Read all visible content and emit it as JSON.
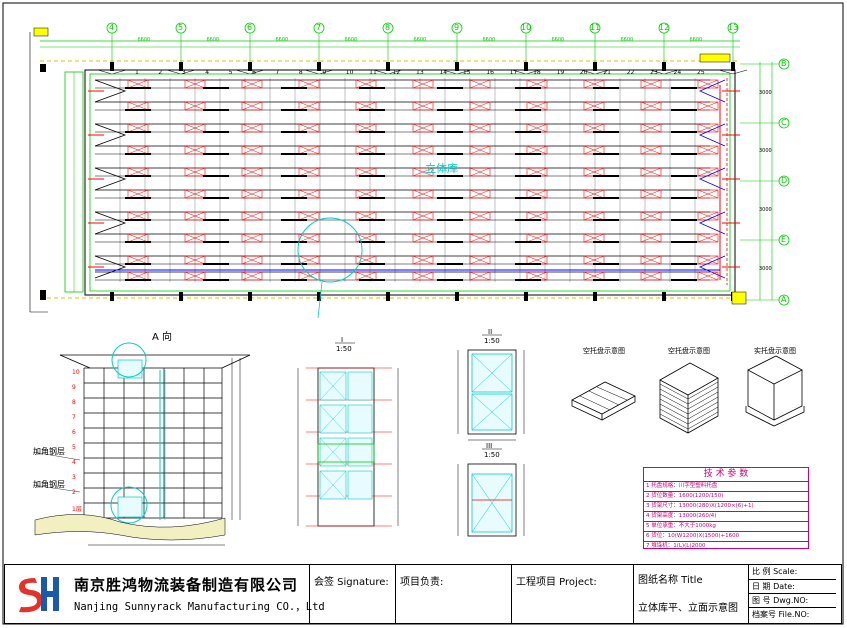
{
  "plan": {
    "grid_cols": [
      "4",
      "5",
      "6",
      "7",
      "8",
      "9",
      "10",
      "11",
      "12",
      "13"
    ],
    "grid_rows": [
      "B",
      "C",
      "D",
      "E",
      "A"
    ],
    "dims_top": [
      "6600",
      "6600",
      "6600",
      "6600",
      "6600",
      "6600",
      "6600",
      "6600",
      "6600"
    ],
    "bay_numbers": [
      "1",
      "2",
      "3",
      "4",
      "5",
      "6",
      "7",
      "8",
      "9",
      "10",
      "11",
      "12",
      "13",
      "14",
      "15",
      "16",
      "17",
      "18",
      "19",
      "20",
      "21",
      "22",
      "23",
      "24",
      "25"
    ],
    "side_dims": [
      "3000",
      "3000",
      "3000",
      "3000"
    ],
    "center_mark": "立体库"
  },
  "views": {
    "a_view_title": "A 向",
    "level_labels": [
      "10",
      "9",
      "8",
      "7",
      "6",
      "5",
      "4",
      "3",
      "2",
      "1层"
    ],
    "steel_label_1": "加角钢层",
    "steel_label_2": "加角钢层",
    "detail1_title": "I",
    "detail1_scale": "1:50",
    "detail2_title": "II",
    "detail2_scale": "1:50",
    "detail3_title": "III",
    "detail3_scale": "1:50",
    "pallet1_title": "空托盘示意图",
    "pallet2_title": "空托盘示意图",
    "pallet3_title": "实托盘示意图"
  },
  "spec": {
    "title": "技 术 参 数",
    "rows": [
      "1 托盘规格：川字型塑料托盘",
      "2 货位数量：1600(1200/150)",
      "3 货架尺寸：13000(280)X(1200×(6)+1)",
      "4 货架高度：13000(260/4)",
      "5 单位承重：不大于1000kg",
      "6 货位：10(W1200)X(1500)+1600",
      "7 堆垛机：1(L)(L)2000"
    ]
  },
  "title_block": {
    "company_cn": "南京胜鸿物流装备制造有限公司",
    "company_en": "Nanjing Sunnyrack Manufacturing CO.，Ltd",
    "signature_label": "会签 Signature:",
    "project_lead_label": "项目负责:",
    "project_label": "工程项目 Project:",
    "drawing_title_label": "图纸名称 Title",
    "drawing_title": "立体库平、立面示意图",
    "scale_label": "比 例 Scale:",
    "date_label": "日 期 Date:",
    "dwg_no_label": "图 号 Dwg.NO:",
    "file_no_label": "档案号 File.NO:"
  },
  "colors": {
    "red": "#ff0000",
    "blue": "#0000ff",
    "green": "#00cc00",
    "cyan": "#00cccc",
    "magenta": "#cc0077",
    "yellow": "#e0c000",
    "logo_red": "#e4322b",
    "logo_blue": "#1b5aa8"
  }
}
